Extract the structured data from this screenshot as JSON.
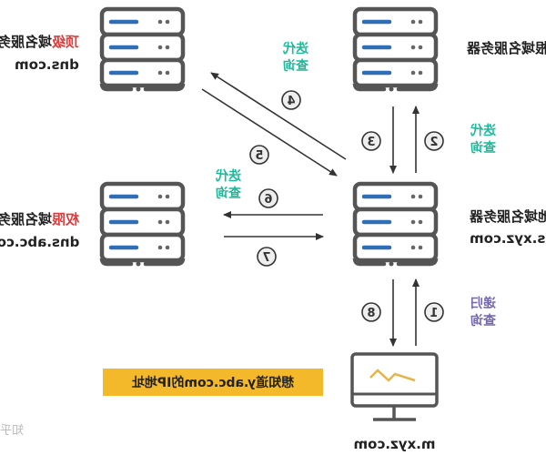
{
  "servers": {
    "root": {
      "name": "根域名服务器"
    },
    "tld": {
      "name_prefix": "顶级",
      "name_rest": "域名服务器",
      "domain": "dns.com"
    },
    "local": {
      "name": "本地域名服务器",
      "domain": "dns.xyz.com"
    },
    "authoritative": {
      "name_prefix": "权限",
      "name_rest": "域名服务器",
      "domain": "dns.abc.com"
    }
  },
  "client": {
    "domain": "m.xyz.com"
  },
  "query_labels": {
    "iterative_1": "迭代\n查询",
    "iterative_2": "迭代\n查询",
    "iterative_3": "迭代\n查询",
    "recursive": "递归\n查询"
  },
  "steps": [
    "1",
    "2",
    "3",
    "4",
    "5",
    "6",
    "7",
    "8"
  ],
  "goal": "想知道y.abc.com的IP地址",
  "watermark": "知乎",
  "colors": {
    "iterative": "#1fb89a",
    "recursive": "#7566b0",
    "highlight": "#f4b92a",
    "server_blue": "#2f6db5",
    "red": "#e03a3a"
  }
}
